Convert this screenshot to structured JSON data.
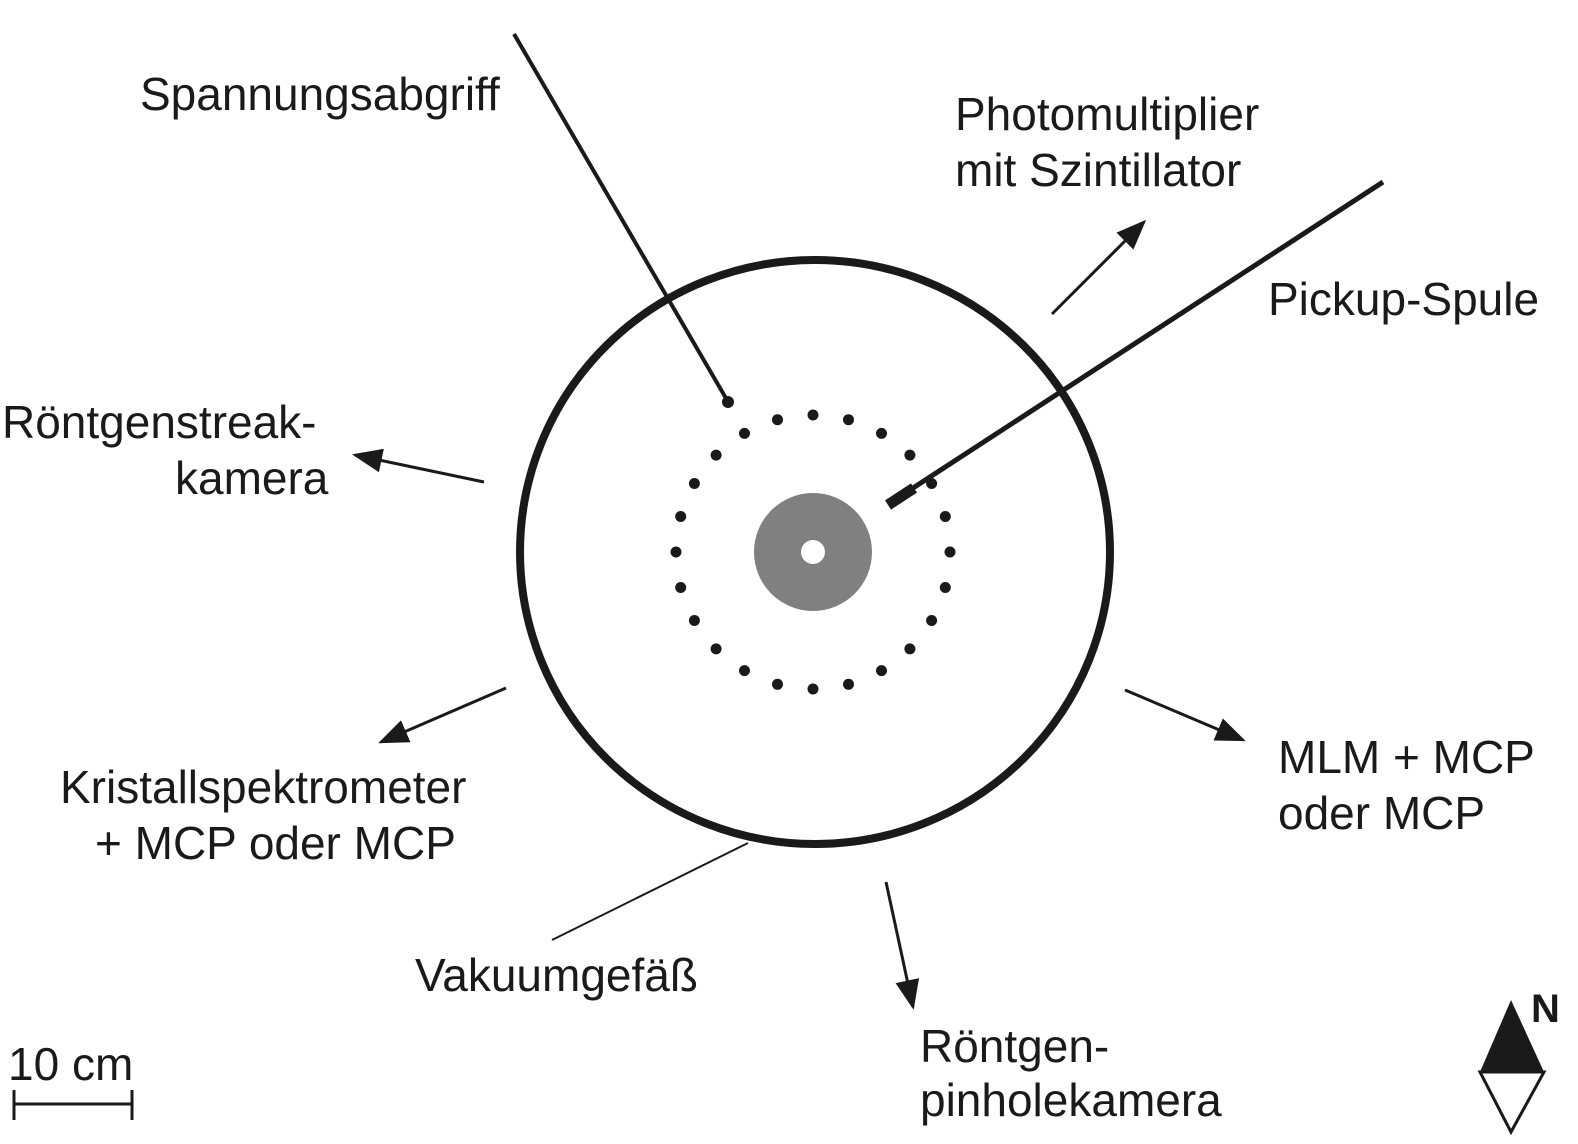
{
  "labels": {
    "spannungsabgriff": "Spannungsabgriff",
    "photomultiplier_line1": "Photomultiplier",
    "photomultiplier_line2": "mit Szintillator",
    "pickup_spule": "Pickup-Spule",
    "roentgenstreak_line1": "Röntgenstreak-",
    "roentgenstreak_line2": "kamera",
    "kristall_line1": "Kristallspektrometer",
    "kristall_line2": "+ MCP  oder MCP",
    "mlm_line1": "MLM + MCP",
    "mlm_line2": "oder MCP",
    "vakuumgefaess": "Vakuumgefäß",
    "pinhole_line1": "Röntgen-",
    "pinhole_line2": "pinholekamera"
  },
  "scale_bar": {
    "label": "10 cm"
  },
  "compass": {
    "label": "N"
  },
  "colors": {
    "ink": "#1a1a1a",
    "target": "#808080",
    "background": "#ffffff"
  }
}
